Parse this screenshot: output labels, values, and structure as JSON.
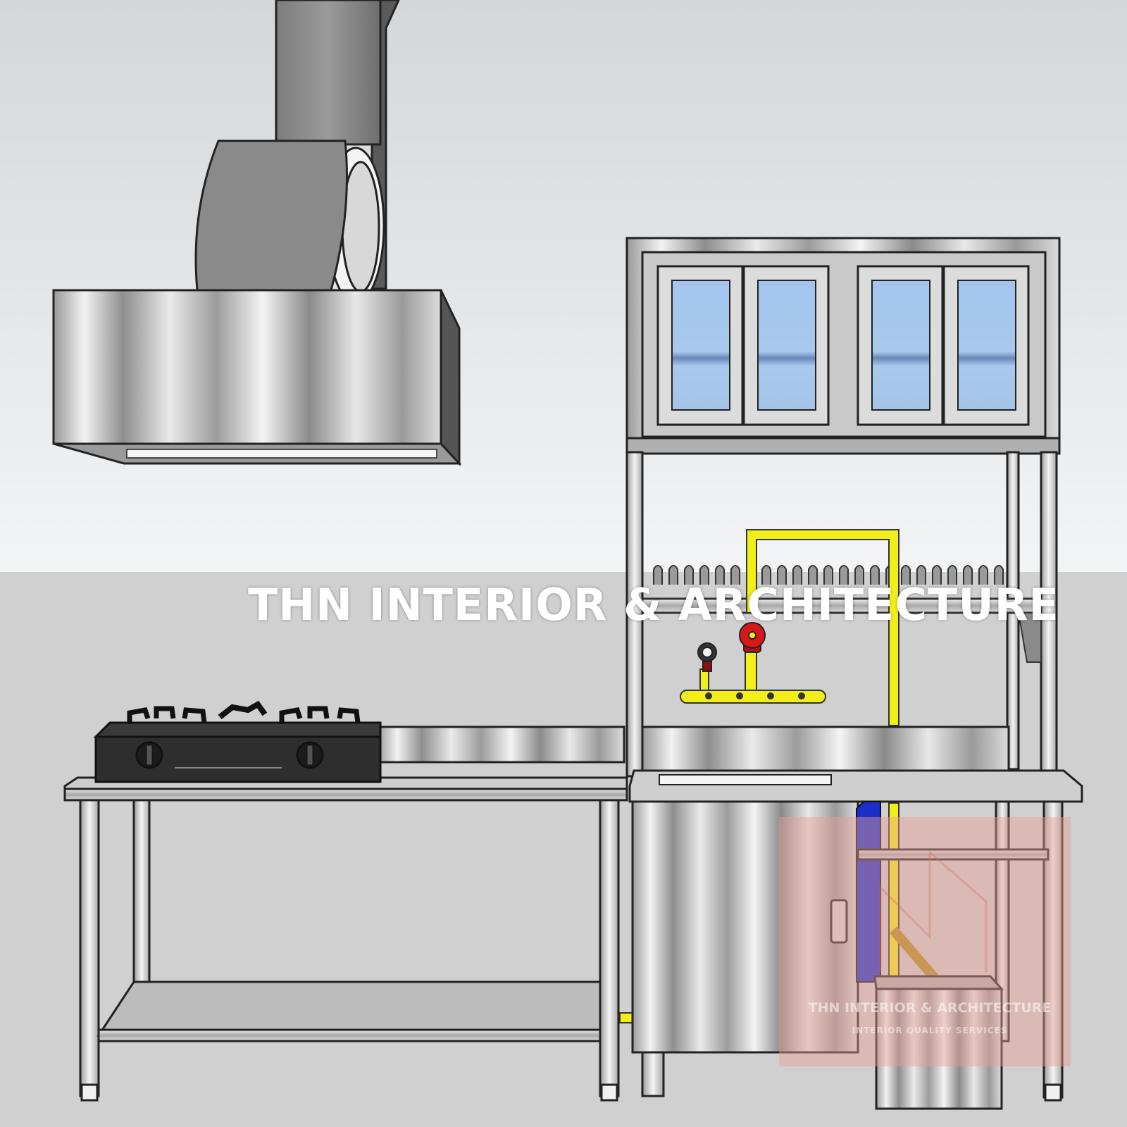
{
  "watermark": {
    "title": "THN INTERIOR & ARCHITECTURE",
    "stamp_line1": "THN INTERIOR & ARCHITECTURE",
    "stamp_line2": "INTERIOR QUALITY SERVICES"
  },
  "colors": {
    "wall": "#e8eaec",
    "floor": "#d0d0d0",
    "steel": "#c8c8c8",
    "glass": "#a8c8ec",
    "gas_pipe": "#f2ee1a",
    "water_pipe": "#1a2ec8",
    "valve": "#d81818",
    "stove": "#2e2e2e",
    "stamp": "#e8a096"
  },
  "objects": {
    "hood": "exhaust-hood",
    "stove": "double-gas-stove",
    "work_table": "stainless-work-table",
    "wall_cabinet": "glass-door-wall-cabinet",
    "dish_rack": "dish-drying-rack",
    "sink_cabinet": "sink-cabinet",
    "grease_trap": "grease-trap-box"
  }
}
